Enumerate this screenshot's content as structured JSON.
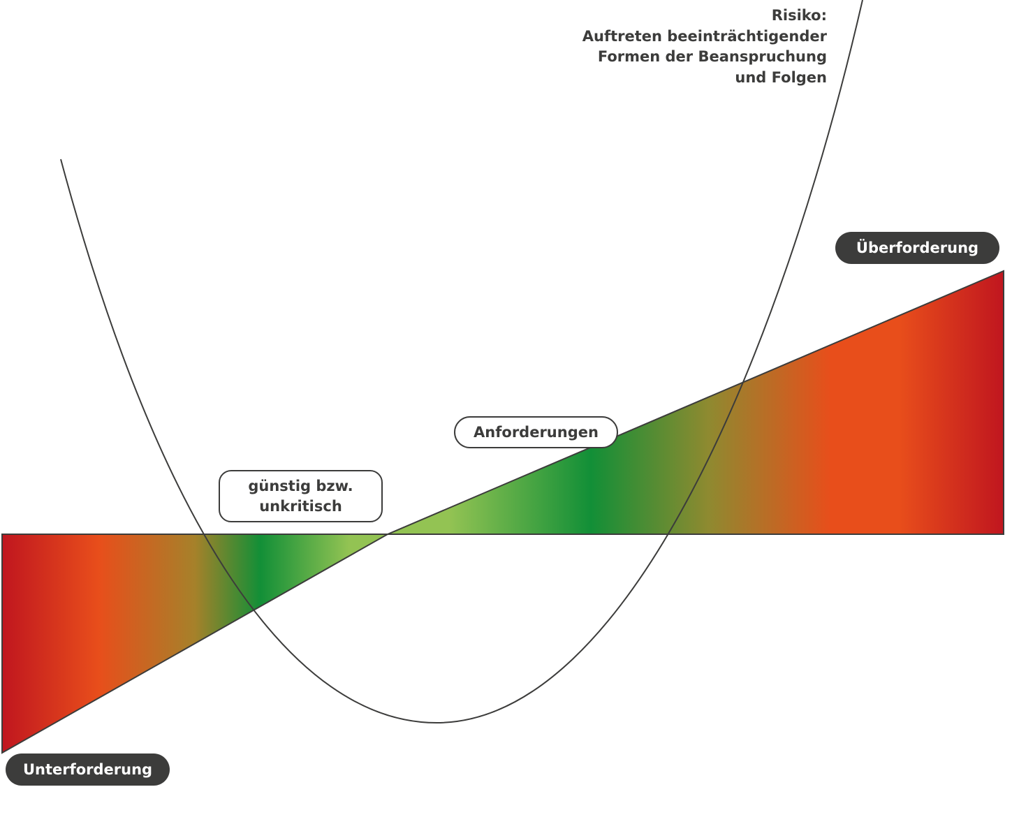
{
  "risk_label": {
    "line1": "Risiko:",
    "line2": "Auftreten beeinträchtigender",
    "line3": "Formen der Beanspruchung",
    "line4": "und Folgen"
  },
  "labels": {
    "underload": "Unterforderung",
    "overload": "Überforderung",
    "demands": "Anforderungen",
    "favorable_line1": "günstig bzw.",
    "favorable_line2": "unkritisch"
  },
  "colors": {
    "red": "#c0161f",
    "orange": "#e84e1b",
    "olive": "#8e8a30",
    "green": "#128f37",
    "light_green": "#93c353",
    "dark": "#3c3c3b"
  }
}
